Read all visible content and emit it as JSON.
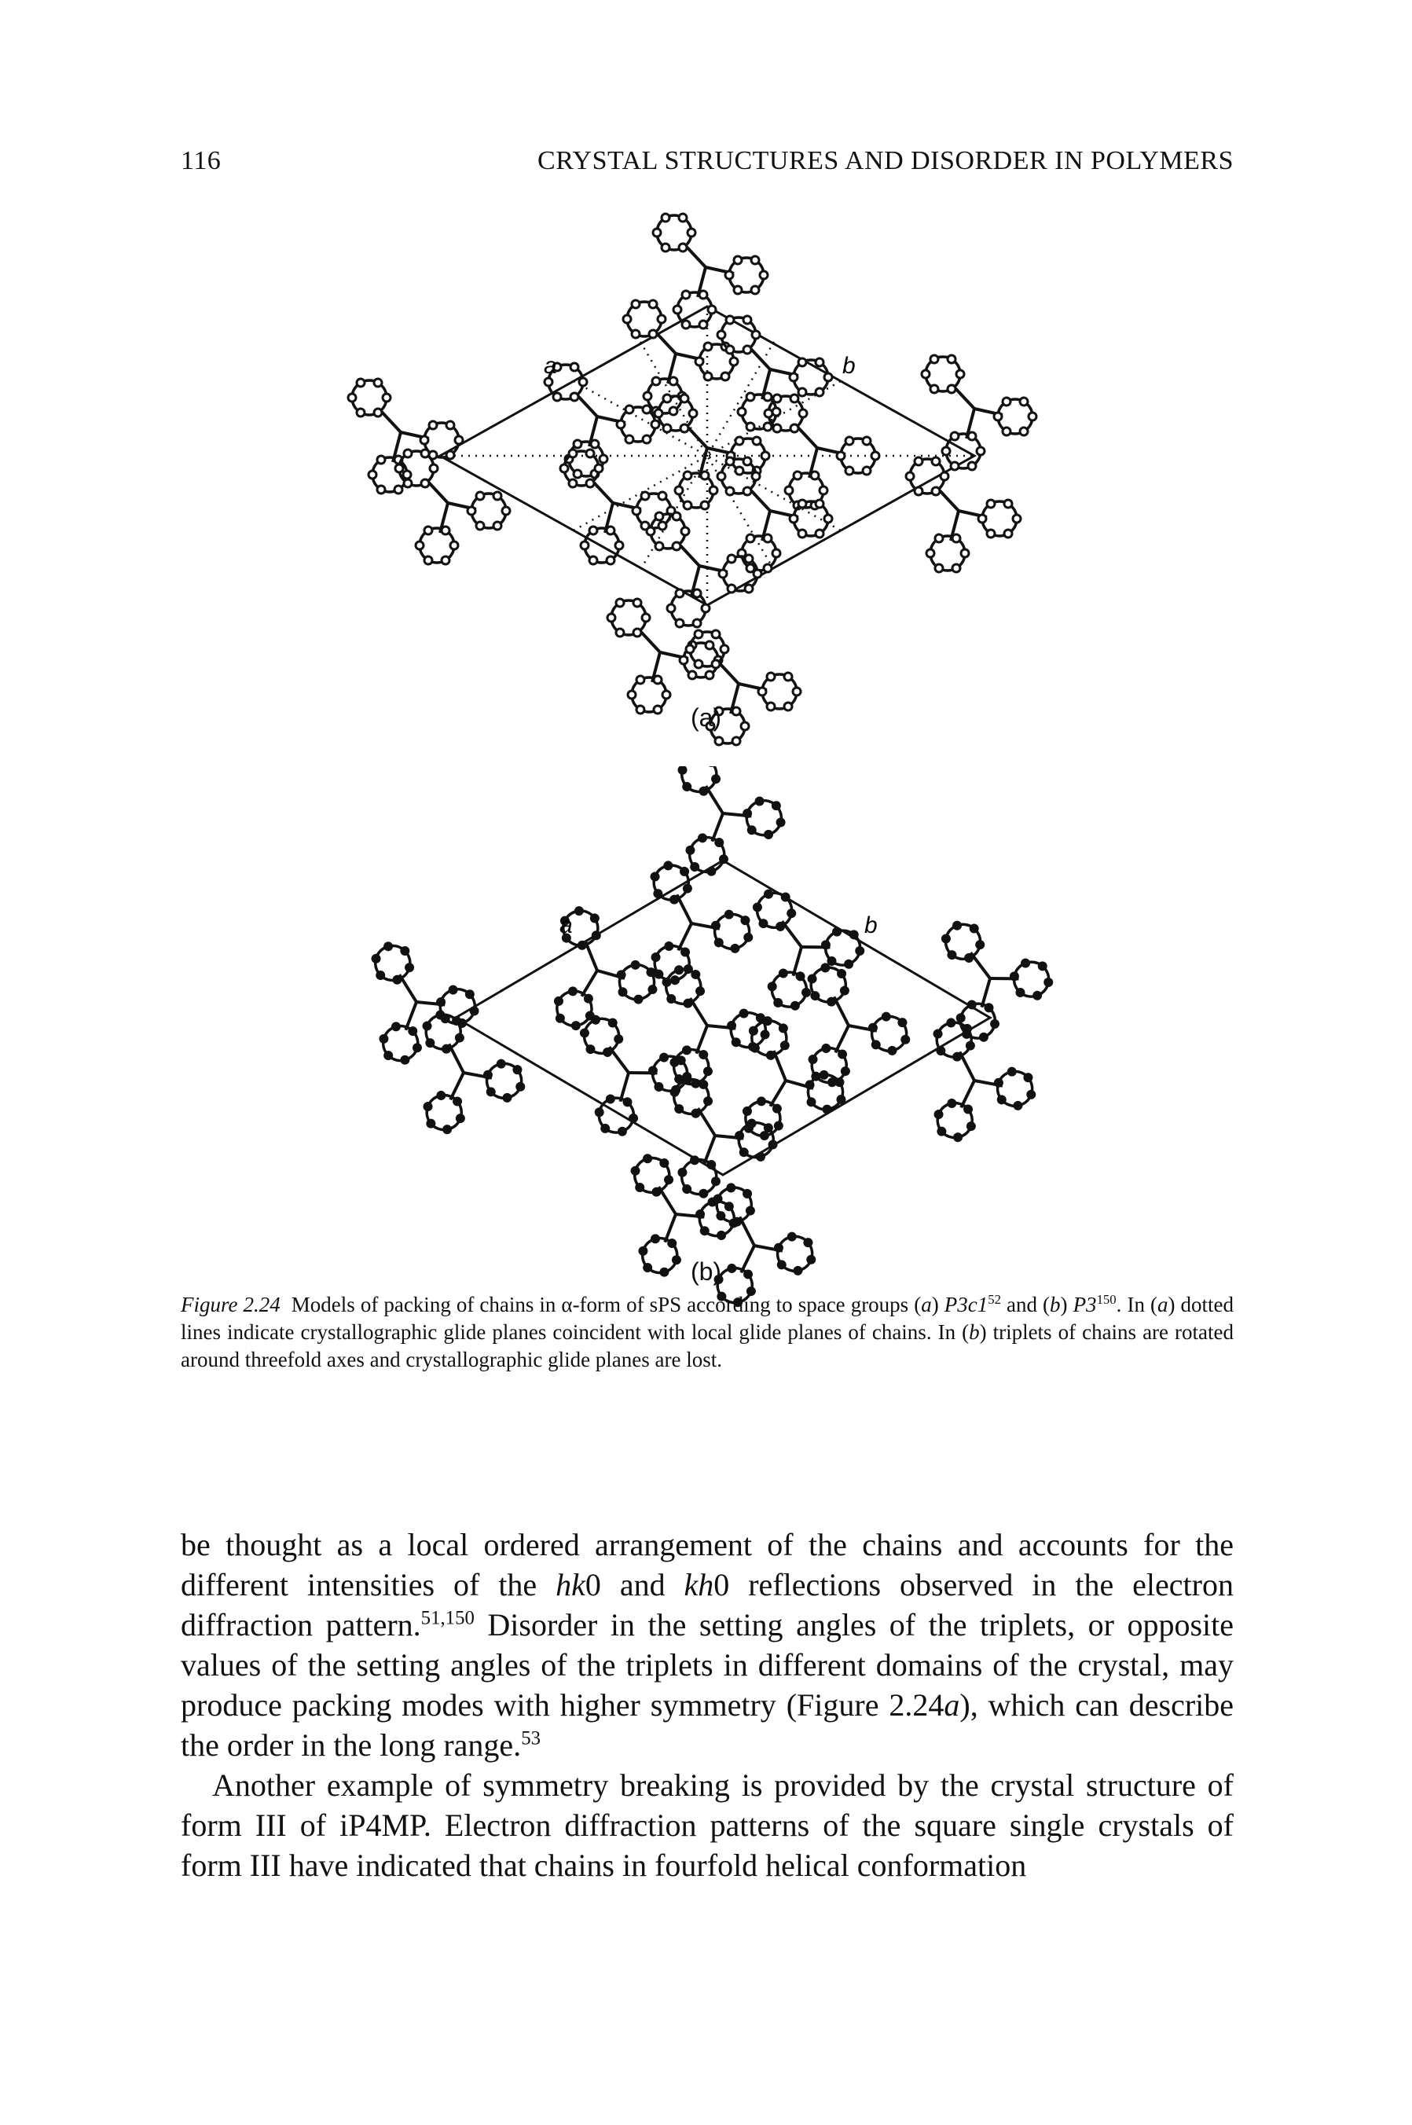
{
  "header": {
    "page_number": "116",
    "running_title": "CRYSTAL STRUCTURES AND DISORDER IN POLYMERS"
  },
  "figure": {
    "panel_a": {
      "label": "(a)",
      "axis_a": "a",
      "axis_b": "b"
    },
    "panel_b": {
      "label": "(b)",
      "axis_a": "a",
      "axis_b": "b"
    },
    "caption": {
      "label": "Figure 2.24",
      "t1": "Models of packing of chains in α-form of sPS according to space groups (",
      "a": "a",
      "t2": ") ",
      "sg1": "P3c1",
      "sup1": "52",
      "t3": " and (",
      "b": "b",
      "t4": ") ",
      "sg2": "P3",
      "sup2": "150",
      "t5": ". In (",
      "a2": "a",
      "t6": ") dotted lines indicate crystallographic glide planes coincident with local glide planes of chains. In (",
      "b2": "b",
      "t7": ") triplets of chains are rotated around threefold axes and crystallographic glide planes are lost."
    }
  },
  "body": {
    "p1": {
      "t1": "be thought as a local ordered arrangement of the chains and accounts for the different intensities of the ",
      "hk0": "hk",
      "zero1": "0",
      "t2": " and ",
      "kh0": "kh",
      "zero2": "0",
      "t3": " reflections observed in the electron diffraction pattern.",
      "ref1": "51,150",
      "t4": " Disorder in the setting angles of the triplets, or opposite values of the setting angles of the triplets in different domains of the crystal, may produce packing modes with higher symmetry (Figure 2.24",
      "fig_a": "a",
      "t5": "), which can describe the order in the long range.",
      "ref2": "53"
    },
    "p2": "Another example of symmetry breaking is provided by the crystal structure of form III of iP4MP. Electron diffraction patterns of the square single crystals of form III have indicated that chains in fourfold helical conformation"
  }
}
